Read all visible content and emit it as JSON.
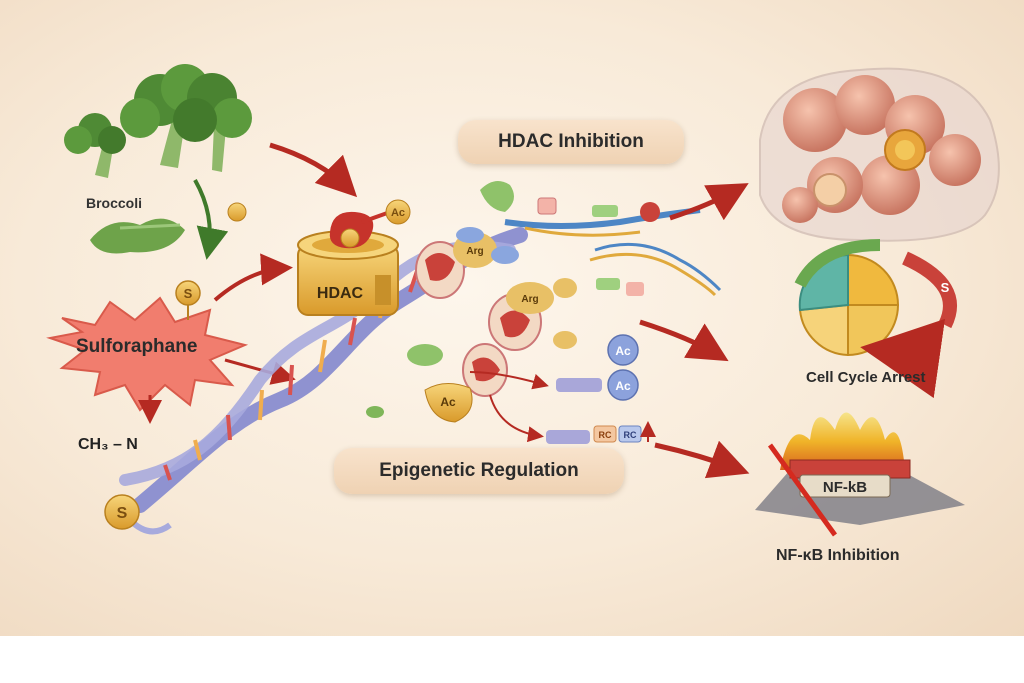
{
  "labels": {
    "broccoli": "Broccoli",
    "sulforaphane": "Sulforaphane",
    "methyl_group": "CH₃ – N",
    "hdac_enzyme": "HDAC",
    "hdac_inhibition": "HDAC Inhibition",
    "epigenetic_regulation": "Epigenetic Regulation",
    "cell_cycle_arrest": "Cell Cycle Arrest",
    "nfkb_badge": "NF-kB",
    "nfkb_inhibition": "NF-κB Inhibition"
  },
  "molecule_tags": {
    "s_small": "S",
    "ac_on_hdac": "Ac",
    "ac_1": "Ac",
    "ac_2": "Ac",
    "ac_3": "Ac",
    "arg_1": "Arg",
    "arg_2": "Arg",
    "rc_1": "RC",
    "rc_2": "RC",
    "dna_tail_s": "S",
    "cycle_phase": "S"
  },
  "colors": {
    "arrow_red": "#b52a22",
    "arrow_green": "#3f7a2a",
    "dna_purple": "#8f92d0",
    "hdac_gold": "#e9b94e",
    "burst_red": "#f17d6e",
    "pill_bg": "#f4dcc2"
  }
}
